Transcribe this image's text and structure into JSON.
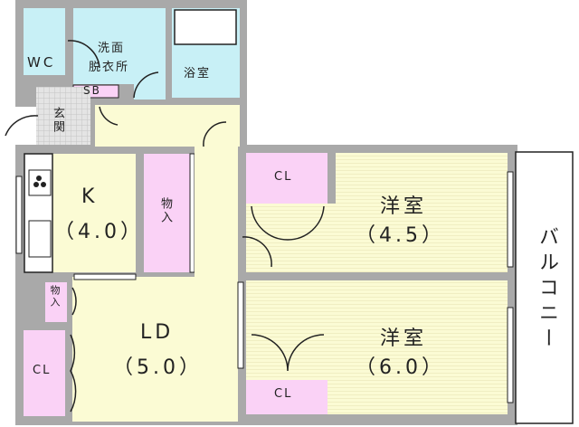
{
  "title": "Floor plan",
  "colors": {
    "wet": "#c8f0f6",
    "living": "#fbfbd4",
    "storage": "#fad2f6",
    "wall": "#a9a9a9",
    "entrance": "#dcdcdc"
  },
  "rooms": {
    "wc": "WC",
    "washroom_line1": "洗面",
    "washroom_line2": "脱衣所",
    "bath": "浴室",
    "sb": "SB",
    "entrance": "玄関",
    "kitchen_name": "K",
    "kitchen_size": "（4.0）",
    "storage_main": "物入",
    "storage_small": "物入",
    "ld_name": "LD",
    "ld_size": "（5.0）",
    "cl_left": "CL",
    "cl_top": "CL",
    "cl_bottom": "CL",
    "western1_name": "洋室",
    "western1_size": "（4.5）",
    "western2_name": "洋室",
    "western2_size": "（6.0）",
    "balcony": "バルコニー"
  }
}
